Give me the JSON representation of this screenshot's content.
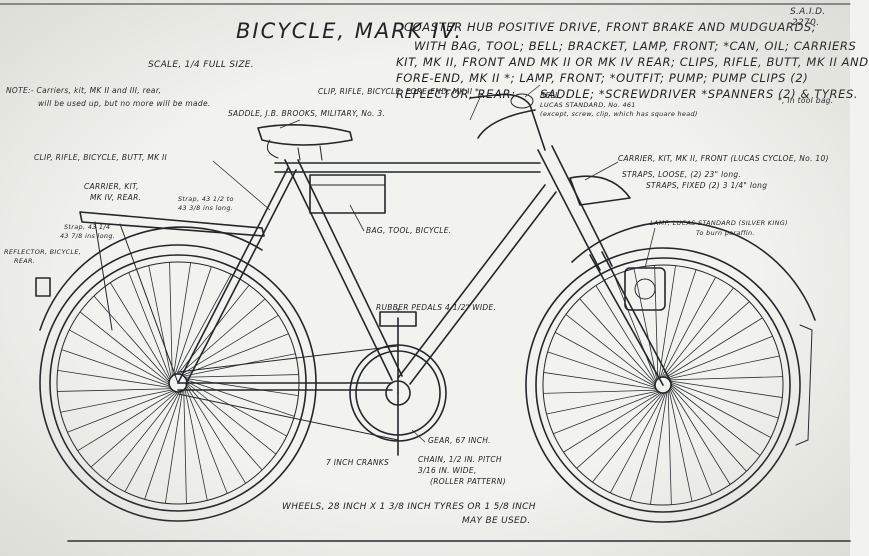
{
  "title": "BICYCLE, MARK IV.",
  "said": "S.A.I.D.",
  "number": "2270.",
  "description_lines": [
    "COASTER HUB POSITIVE DRIVE, FRONT BRAKE AND MUDGUARDS;",
    "WITH BAG, TOOL; BELL; BRACKET, LAMP, FRONT; *CAN, OIL; CARRIERS",
    "KIT, MK II, FRONT AND MK II OR MK IV REAR; CLIPS, RIFLE, BUTT, MK II AND",
    "FORE-END, MK II *; LAMP, FRONT; *OUTFIT; PUMP; PUMP CLIPS (2)",
    "REFLECTOR, REAR;",
    "SADDLE; *SCREWDRIVER *SPANNERS (2) & TYRES."
  ],
  "footnote_tool_bag": "*, In tool bag.",
  "scale": "SCALE, 1/4 FULL SIZE.",
  "note_lines": [
    "NOTE:- Carriers, kit, MK II and III, rear,",
    "will be used up, but no more will be made."
  ],
  "labels": {
    "clip_fore_end": "CLIP, RIFLE, BICYCLE, FORE-END, MK II *",
    "bell": "BELL,",
    "bell_detail": "LUCAS STANDARD, No. 461",
    "bell_detail2": "(except, screw, clip, which has square head)",
    "saddle": "SADDLE, J.B. BROOKS, MILITARY, No. 3.",
    "clip_butt": "CLIP, RIFLE, BICYCLE, BUTT, MK II",
    "carrier_front": "CARRIER, KIT, MK II, FRONT (LUCAS CYCLOE, No. 10)",
    "straps_loose": "STRAPS, LOOSE, (2) 23\" long.",
    "straps_fixed": "STRAPS, FIXED (2) 3 1/4\" long",
    "carrier_rear_1": "CARRIER, KIT,",
    "carrier_rear_2": "MK IV, REAR.",
    "strap_long_1": "Strap, 43 1/2 to",
    "strap_long_2": "43 3/8 ins long.",
    "reflector_1": "REFLECTOR, BICYCLE,",
    "reflector_2": "REAR.",
    "strap_small_1": "Strap, 43 1/4",
    "strap_small_2": "43 7/8 ins long.",
    "bag_tool": "BAG, TOOL, BICYCLE.",
    "lamp_1": "LAMP, LUCAS STANDARD (SILVER KING)",
    "lamp_2": "To burn paraffin.",
    "pedals": "RUBBER PEDALS 4 1/2\" WIDE.",
    "gear": "GEAR, 67 INCH.",
    "cranks": "7 INCH CRANKS",
    "chain_1": "CHAIN, 1/2 IN. PITCH",
    "chain_2": "3/16 IN. WIDE,",
    "chain_3": "(ROLLER PATTERN)",
    "wheels_1": "WHEELS, 28 INCH X 1 3/8 INCH TYRES OR 1 5/8 INCH",
    "wheels_2": "MAY BE USED."
  },
  "colors": {
    "paper": "#f2f3ee",
    "ink": "#23262c"
  }
}
